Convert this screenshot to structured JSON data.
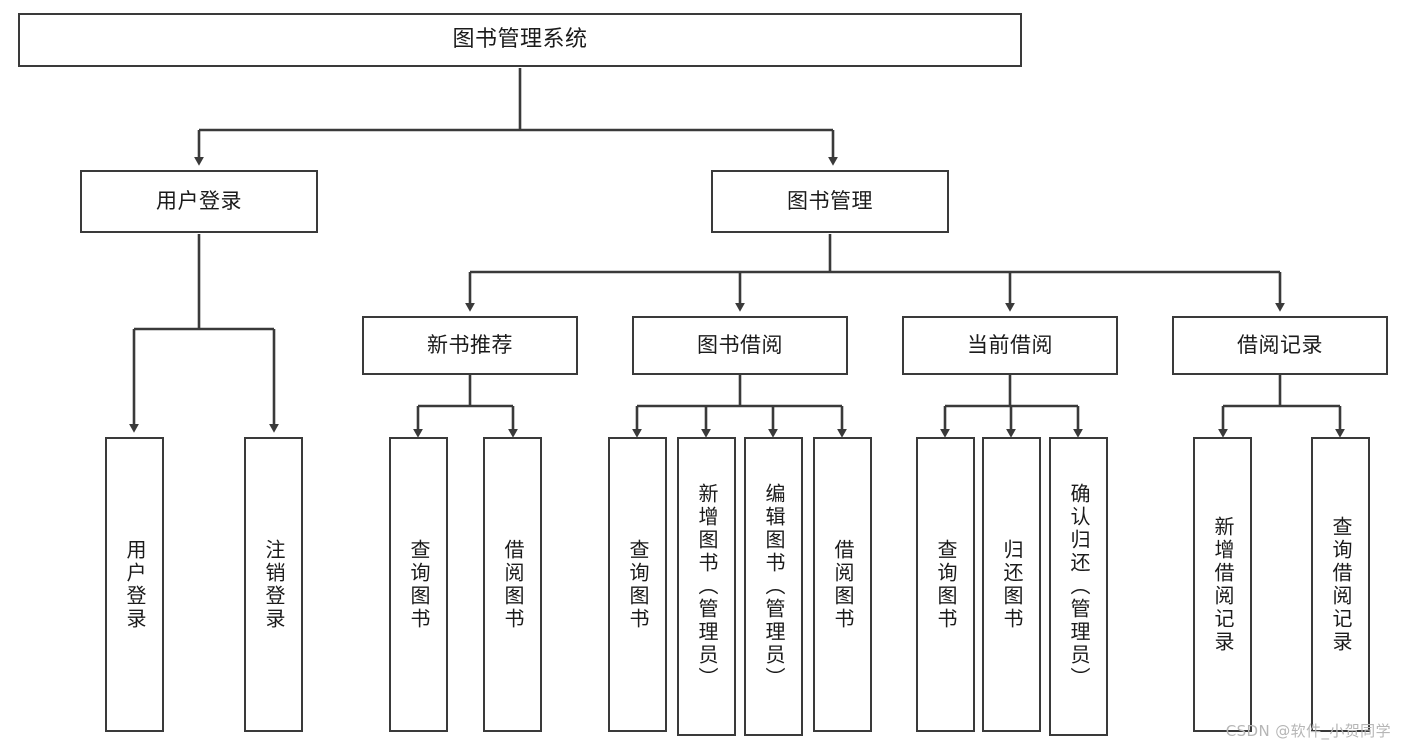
{
  "diagram": {
    "type": "tree",
    "title": "图书管理系统",
    "stroke_color": "#3a3a3a",
    "text_color": "#1b1b1b",
    "background": "#ffffff",
    "root": {
      "label": "图书管理系统"
    },
    "level2": [
      {
        "label": "用户登录"
      },
      {
        "label": "图书管理"
      }
    ],
    "level3": [
      {
        "label": "新书推荐"
      },
      {
        "label": "图书借阅"
      },
      {
        "label": "当前借阅"
      },
      {
        "label": "借阅记录"
      }
    ],
    "leaves": {
      "user_login": [
        {
          "label": "用户登录"
        },
        {
          "label": "注销登录"
        }
      ],
      "new_book": [
        {
          "label": "查询图书"
        },
        {
          "label": "借阅图书"
        }
      ],
      "book_borrow": [
        {
          "label": "查询图书"
        },
        {
          "label": "新增图书（管理员）"
        },
        {
          "label": "编辑图书（管理员）"
        },
        {
          "label": "借阅图书"
        }
      ],
      "current_borrow": [
        {
          "label": "查询图书"
        },
        {
          "label": "归还图书"
        },
        {
          "label": "确认归还（管理员）"
        }
      ],
      "borrow_record": [
        {
          "label": "新增借阅记录"
        },
        {
          "label": "查询借阅记录"
        }
      ]
    }
  },
  "watermark": {
    "text": "CSDN @软件_小贺同学"
  }
}
